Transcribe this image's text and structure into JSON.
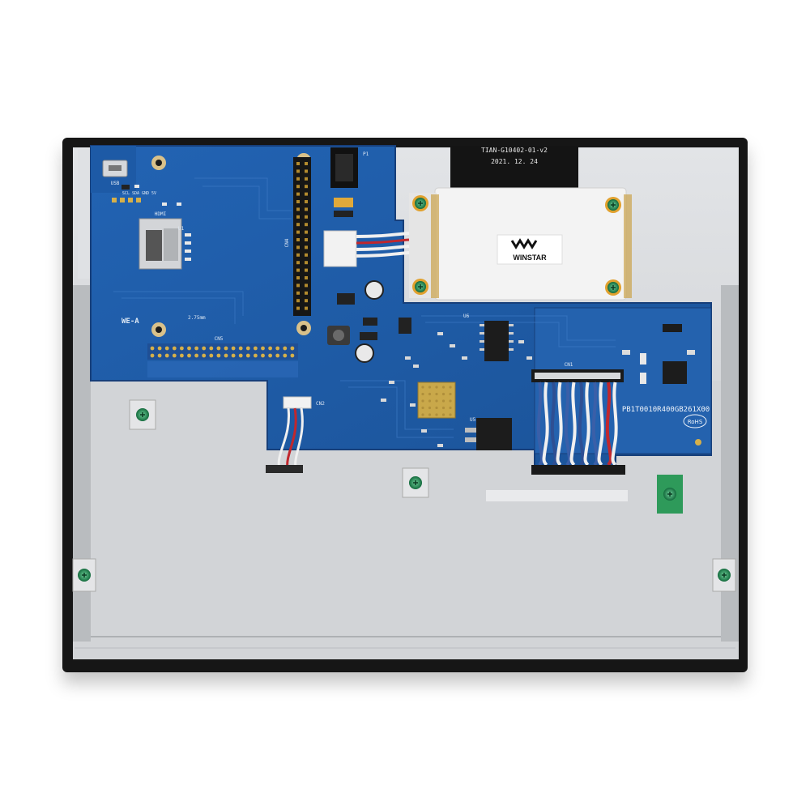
{
  "product": {
    "ribbon_code": "TIAN-G10402-01-v2",
    "ribbon_date": "2021. 12. 24",
    "brand_label": "WINSTAR",
    "pcb_model": "PB1T0010R400GB261X00",
    "rohs_mark": "RoHS",
    "board_rev": "WE-A",
    "spacer_note": "2.75mm"
  },
  "silkscreen": {
    "header_j": "CN4",
    "header_row": "CN5",
    "usb_label": "USB",
    "hdmi_label": "HDMI",
    "pin_row": "SCL SDA GND 5V",
    "u1": "U1",
    "u5": "U5",
    "u6": "U6",
    "cn_connector": "CN2",
    "p_jack": "P1",
    "fpc_label": "CN1"
  },
  "colors": {
    "pcb_blue": "#1f5aa6",
    "pcb_edge": "#173f7a",
    "bezel": "#151515",
    "metal": "#cfd1d4",
    "ribbon_white": "#f3f3f3",
    "wire_blue": "#3a5fa8",
    "wire_white": "#f0f0f0",
    "wire_red": "#c1272d",
    "gold": "#d6b04a",
    "screw_green": "#2a8a5a"
  }
}
